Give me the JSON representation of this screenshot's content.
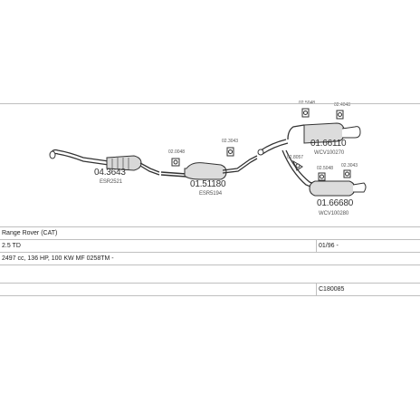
{
  "parts": {
    "front_pipe": {
      "code": "04.3643",
      "ref": "ESR2521"
    },
    "small_top_left": {
      "code": "02.0048"
    },
    "middle_silencer": {
      "code": "01.51180",
      "ref": "ESR5194"
    },
    "small_top_mid": {
      "code": "02.3043"
    },
    "rear_upper": {
      "code": "01.66110",
      "ref": "WCV100270"
    },
    "clip_upper_left": {
      "code": "02.5048"
    },
    "clip_upper_right": {
      "code": "02.4048"
    },
    "clip_mid_left": {
      "code": "02.8057"
    },
    "clip_lower_left": {
      "code": "02.5048"
    },
    "clip_lower_right": {
      "code": "02.3043"
    },
    "rear_lower": {
      "code": "01.66680",
      "ref": "WCV100280"
    }
  },
  "info": {
    "model": "Range Rover  (CAT)",
    "engine": "2.5 TD",
    "date": "01/96 -",
    "spec": "2497 cc, 136 HP, 100 KW MF 0258TM -",
    "catalog_no": "C180085"
  },
  "colors": {
    "line": "#bfbfbf",
    "stroke": "#333333",
    "fill": "#e8e8e8",
    "text": "#222222"
  }
}
